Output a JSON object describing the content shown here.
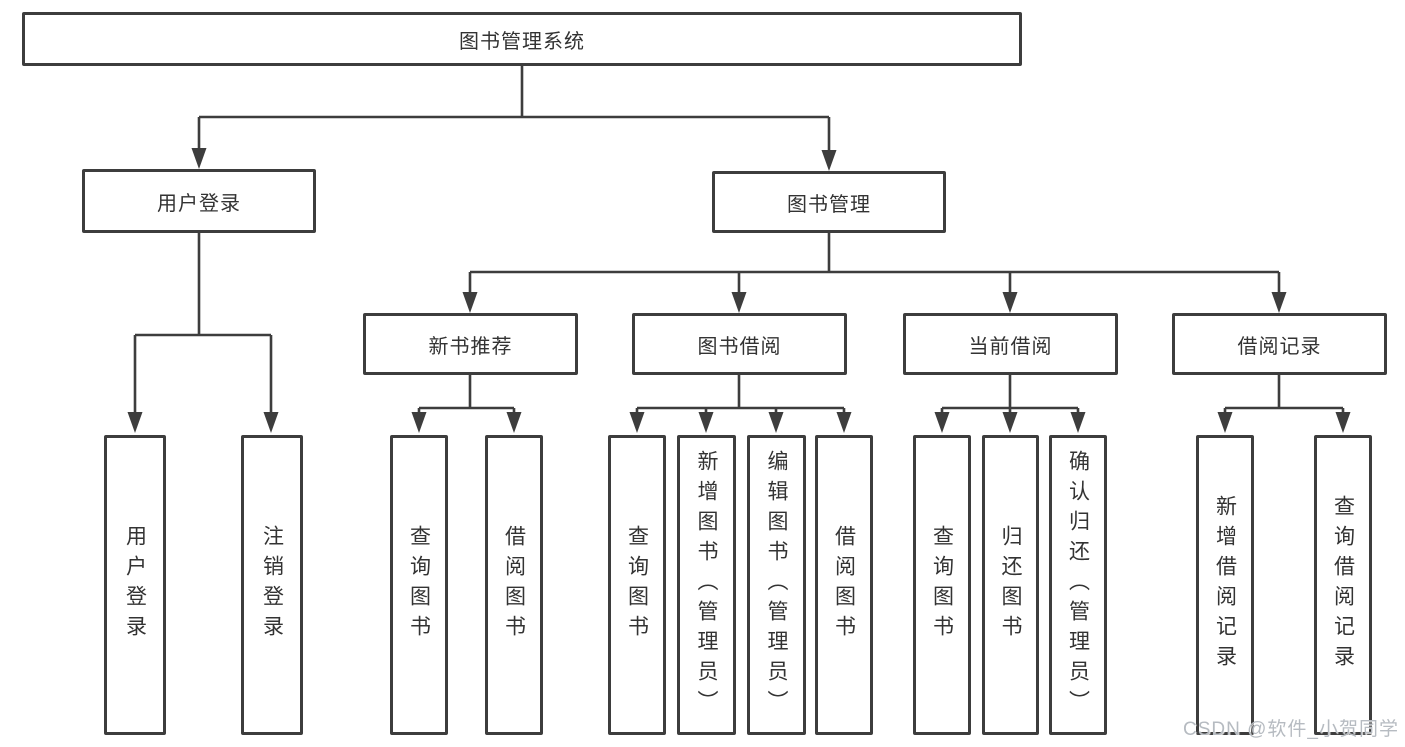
{
  "root": {
    "label": "图书管理系统"
  },
  "branches": [
    {
      "label": "用户登录",
      "children": [
        {
          "label": "用户登录"
        },
        {
          "label": "注销登录"
        }
      ]
    },
    {
      "label": "图书管理",
      "children": [
        {
          "label": "新书推荐",
          "children": [
            {
              "label": "查询图书"
            },
            {
              "label": "借阅图书"
            }
          ]
        },
        {
          "label": "图书借阅",
          "children": [
            {
              "label": "查询图书"
            },
            {
              "label": "新增图书（管理员）"
            },
            {
              "label": "编辑图书（管理员）"
            },
            {
              "label": "借阅图书"
            }
          ]
        },
        {
          "label": "当前借阅",
          "children": [
            {
              "label": "查询图书"
            },
            {
              "label": "归还图书"
            },
            {
              "label": "确认归还（管理员）"
            }
          ]
        },
        {
          "label": "借阅记录",
          "children": [
            {
              "label": "新增借阅记录"
            },
            {
              "label": "查询借阅记录"
            }
          ]
        }
      ]
    }
  ],
  "watermark": "CSDN @软件_小贺同学",
  "colors": {
    "line": "#3d3d3d",
    "text": "#333333",
    "watermark": "#b6bbc1",
    "background": "#ffffff"
  }
}
